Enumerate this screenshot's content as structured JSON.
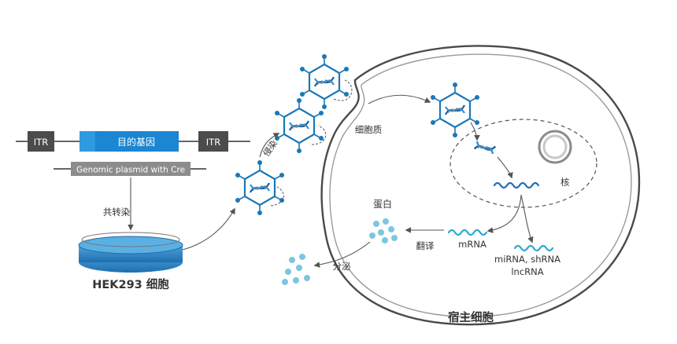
{
  "construct": {
    "itr_left": "ITR",
    "gene": "目的基因",
    "itr_right": "ITR",
    "plasmid": "Genomic plasmid with Cre"
  },
  "steps": {
    "cotransfect": "共转染",
    "infect": "侵染",
    "translate": "翻译",
    "secrete": "分泌"
  },
  "cells": {
    "producer": "HEK293 细胞",
    "host": "宿主细胞",
    "cytoplasm": "细胞质",
    "nucleus": "核",
    "protein": "蛋白"
  },
  "rna": {
    "mrna": "mRNA",
    "other_line1": "miRNA, shRNA",
    "other_line2": "lncRNA"
  },
  "colors": {
    "dark_gray": "#4b4b4b",
    "blue": "#1b86d1",
    "light_blue": "#3ba7e6",
    "plasmid_gray": "#8c8c8c",
    "aav_blue": "#2b8fd0",
    "aav_stroke": "#1a78b8",
    "rna_blue": "#1f6fb8",
    "rna_teal": "#2aa9d3",
    "dot_blue": "#7cc6e0",
    "dish_blue": "#2f86c4"
  }
}
